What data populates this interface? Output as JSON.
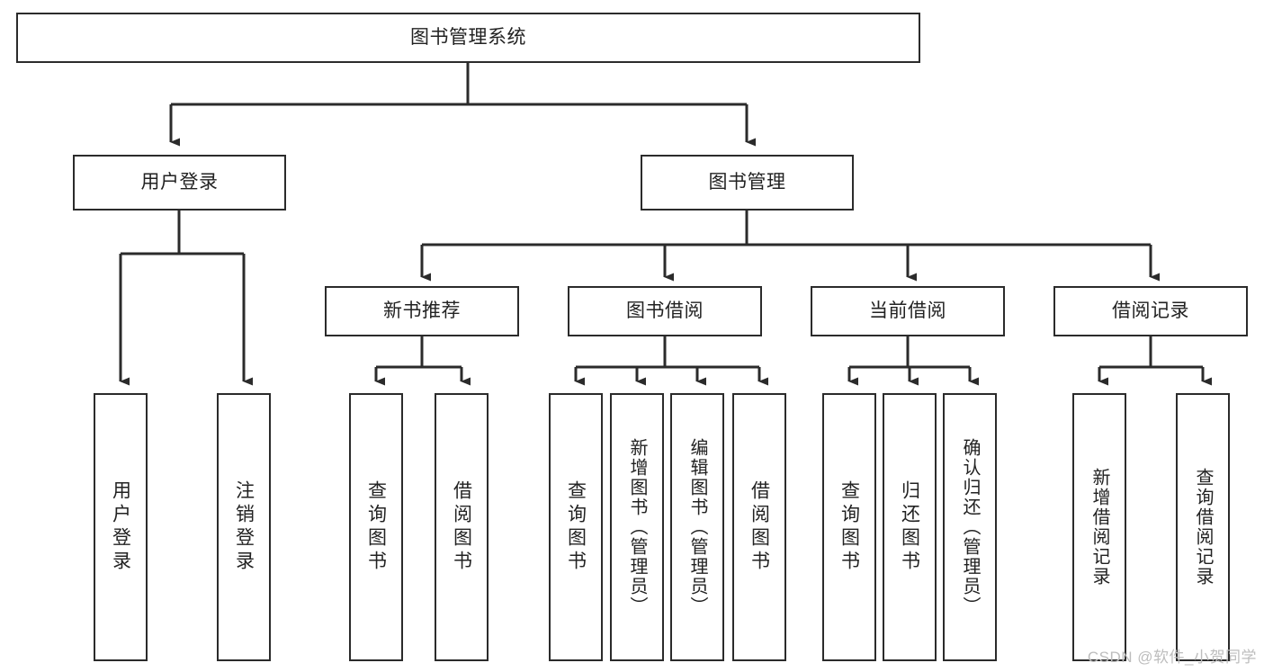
{
  "diagram": {
    "title_node": {
      "label": "图书管理系统"
    },
    "level2": [
      {
        "label": "用户登录"
      },
      {
        "label": "图书管理"
      }
    ],
    "level3": [
      {
        "label": "新书推荐"
      },
      {
        "label": "图书借阅"
      },
      {
        "label": "当前借阅"
      },
      {
        "label": "借阅记录"
      }
    ],
    "leaves": {
      "user_login": [
        {
          "label": "用户登录"
        },
        {
          "label": "注销登录"
        }
      ],
      "new_book_recommend": [
        {
          "label": "查询图书"
        },
        {
          "label": "借阅图书"
        }
      ],
      "book_borrow": [
        {
          "label": "查询图书"
        },
        {
          "label": "新增图书（管理员）"
        },
        {
          "label": "编辑图书（管理员）"
        },
        {
          "label": "借阅图书"
        }
      ],
      "current_borrow": [
        {
          "label": "查询图书"
        },
        {
          "label": "归还图书"
        },
        {
          "label": "确认归还（管理员）"
        }
      ],
      "borrow_record": [
        {
          "label": "新增借阅记录"
        },
        {
          "label": "查询借阅记录"
        }
      ]
    },
    "watermark": "CSDN @软件_小贺同学",
    "colors": {
      "stroke": "#2b2b2b",
      "text": "#222222",
      "background": "#ffffff",
      "watermark": "#bdbdbd"
    }
  }
}
